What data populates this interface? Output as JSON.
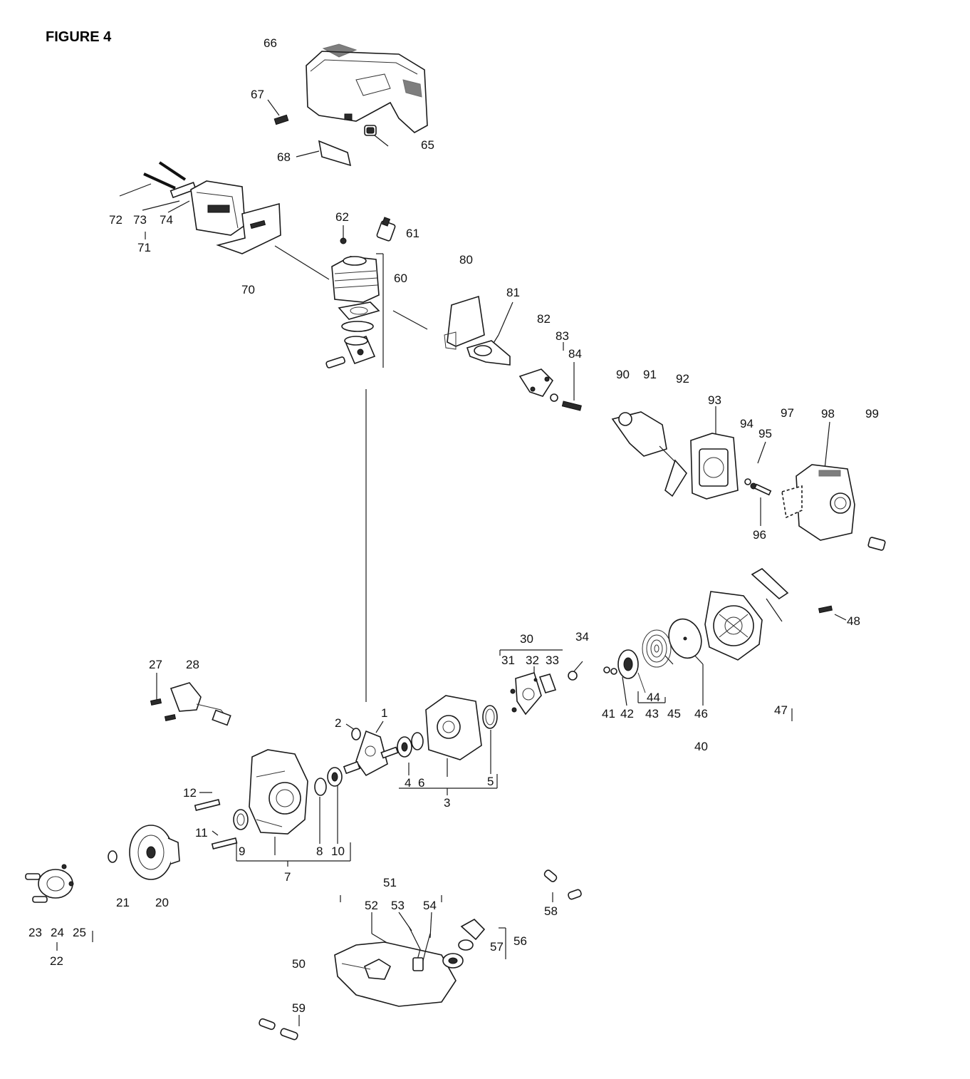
{
  "figure": {
    "title": "FIGURE 4"
  },
  "callouts": [
    "1",
    "2",
    "3",
    "4",
    "5",
    "6",
    "7",
    "8",
    "9",
    "10",
    "11",
    "12",
    "20",
    "21",
    "22",
    "23",
    "24",
    "25",
    "27",
    "28",
    "30",
    "31",
    "32",
    "33",
    "34",
    "40",
    "41",
    "42",
    "43",
    "44",
    "45",
    "46",
    "47",
    "48",
    "50",
    "51",
    "52",
    "53",
    "54",
    "56",
    "57",
    "58",
    "59",
    "60",
    "61",
    "62",
    "65",
    "66",
    "67",
    "68",
    "70",
    "71",
    "72",
    "73",
    "74",
    "80",
    "81",
    "82",
    "83",
    "84",
    "90",
    "91",
    "92",
    "93",
    "94",
    "95",
    "96",
    "97",
    "98",
    "99"
  ]
}
